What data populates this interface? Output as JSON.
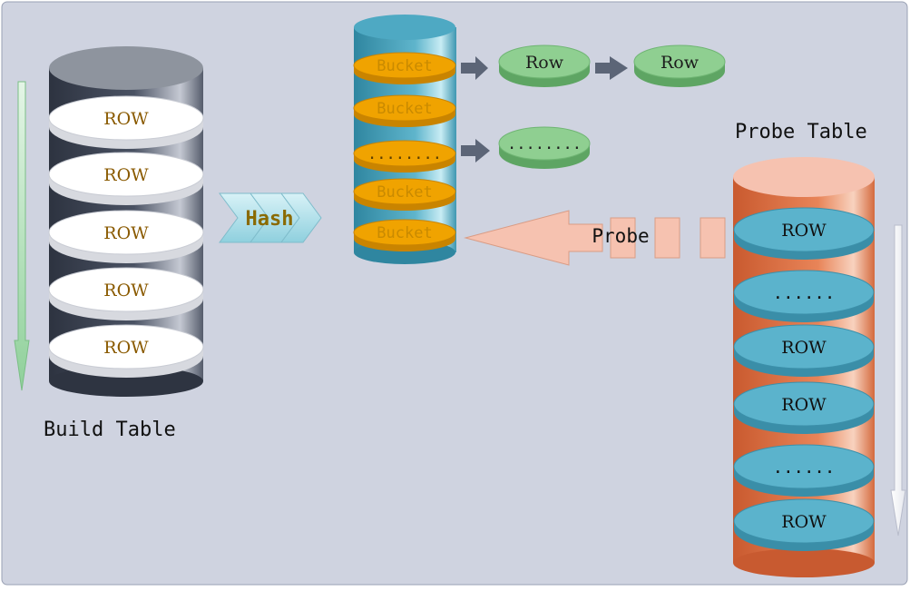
{
  "build_table": {
    "label": "Build Table",
    "rows": [
      "ROW",
      "ROW",
      "ROW",
      "ROW",
      "ROW"
    ]
  },
  "hash": {
    "label": "Hash"
  },
  "hash_table": {
    "buckets": [
      "Bucket",
      "Bucket",
      "........",
      "Bucket",
      "Bucket"
    ]
  },
  "chains": {
    "chain1": [
      "Row",
      "Row"
    ],
    "chain2": [
      "........"
    ]
  },
  "probe": {
    "label": "Probe"
  },
  "probe_table": {
    "label": "Probe Table",
    "rows": [
      "ROW",
      "......",
      "ROW",
      "ROW",
      "......",
      "ROW"
    ]
  },
  "colors": {
    "background": "#cfd3e0",
    "build_cylinder": "#3d4452",
    "build_rows": "#ffffff",
    "row_text": "#8a5a00",
    "hash_chevron": "#a9dde8",
    "hash_text": "#8a6a00",
    "bucket_cylinder": "#4aa3bd",
    "bucket_disc": "#f0a300",
    "bucket_text": "#c98a00",
    "chain_node": "#7cc37f",
    "probe_cylinder": "#e07a4f",
    "probe_rows": "#5bb3cc",
    "probe_arrow": "#f6c2b0"
  }
}
